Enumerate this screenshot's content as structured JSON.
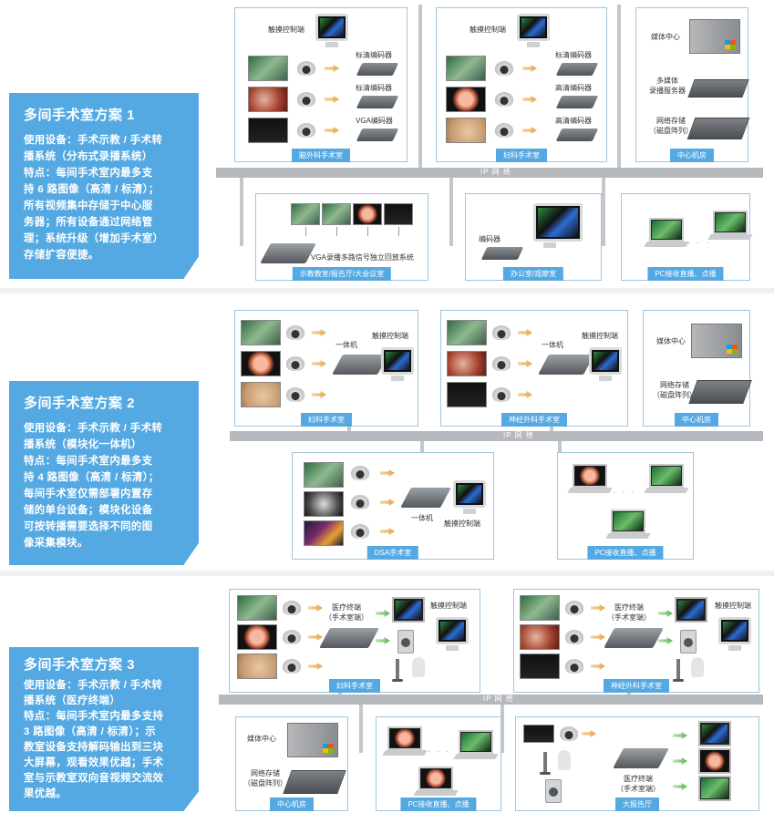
{
  "sections": [
    {
      "title": "多间手术室方案 1",
      "lines": [
        "使用设备：手术示教 / 手术转",
        "播系统（分布式录播系统）",
        "特点：每间手术室内最多支",
        "持 6 路图像（高清 / 标清）；",
        "所有视频集中存储于中心服",
        "务器；所有设备通过网络管",
        "理；系统升级（增加手术室）",
        "存储扩容便捷。"
      ],
      "ip_label": "IP 网 络",
      "rooms": {
        "room_a": "脑外科手术室",
        "room_b": "妇科手术室",
        "room_c": "中心机房",
        "room_d": "示教教室/报告厅/大会议室",
        "room_e": "办公室/观摩室",
        "room_f": "PC接收直播、点播"
      },
      "labels": {
        "touch_a": "触摸控制端",
        "touch_b": "触摸控制端",
        "enc_a1": "标清编码器",
        "enc_a2": "标清编码器",
        "enc_a3": "VGA编码器",
        "enc_b1": "标清编码器",
        "enc_b2": "高清编码器",
        "enc_b3": "高清编码器",
        "media_center": "媒体中心",
        "mm_server": "多媒体\n录播服务器",
        "net_storage": "网络存储\n（磁盘阵列）",
        "vga_system": "VGA录播多路信号独立回放系统",
        "encoder": "编码器",
        "dots": "· · ·"
      }
    },
    {
      "title": "多间手术室方案 2",
      "lines": [
        "使用设备：手术示教 / 手术转",
        "播系统（模块化一体机）",
        "特点：每间手术室内最多支",
        "持 4 路图像（高清 / 标清）；",
        "每间手术室仅需部署内置存",
        "储的单台设备；模块化设备",
        "可按转播需要选择不同的图",
        "像采集模块。"
      ],
      "ip_label": "IP 网 络",
      "rooms": {
        "room_a": "妇科手术室",
        "room_b": "神经外科手术室",
        "room_c": "中心机房",
        "room_d": "DSA手术室",
        "room_e": "PC接收直播、点播"
      },
      "labels": {
        "aio_a": "一体机",
        "touch_a": "触摸控制端",
        "aio_b": "一体机",
        "touch_b": "触摸控制端",
        "media_center": "媒体中心",
        "net_storage": "网络存储\n（磁盘阵列）",
        "aio_d": "一体机",
        "touch_d": "触摸控制端",
        "dots": "· · ·"
      }
    },
    {
      "title": "多间手术室方案 3",
      "lines": [
        "使用设备：手术示教 / 手术转",
        "播系统（医疗终端）",
        "特点：每间手术室内最多支持",
        "3 路图像（高清 / 标清）；示",
        "教室设备支持解码输出到三块",
        "大屏幕，观看效果优越；手术",
        "室与示教室双向音视频交流效",
        "果优越。"
      ],
      "ip_label": "IP 网 络",
      "rooms": {
        "room_a": "妇科手术室",
        "room_b": "神经外科手术室",
        "room_c": "中心机房",
        "room_d": "PC接收直播、点播",
        "room_e": "大报告厅"
      },
      "labels": {
        "term_a": "医疗终端\n（手术室端）",
        "touch_a": "触摸控制端",
        "term_b": "医疗终端\n（手术室端）",
        "touch_b": "触摸控制端",
        "media_center": "媒体中心",
        "net_storage": "网络存储\n（磁盘阵列）",
        "term_e": "医疗终端\n（手术室端）",
        "dots": "· · ·"
      }
    }
  ]
}
